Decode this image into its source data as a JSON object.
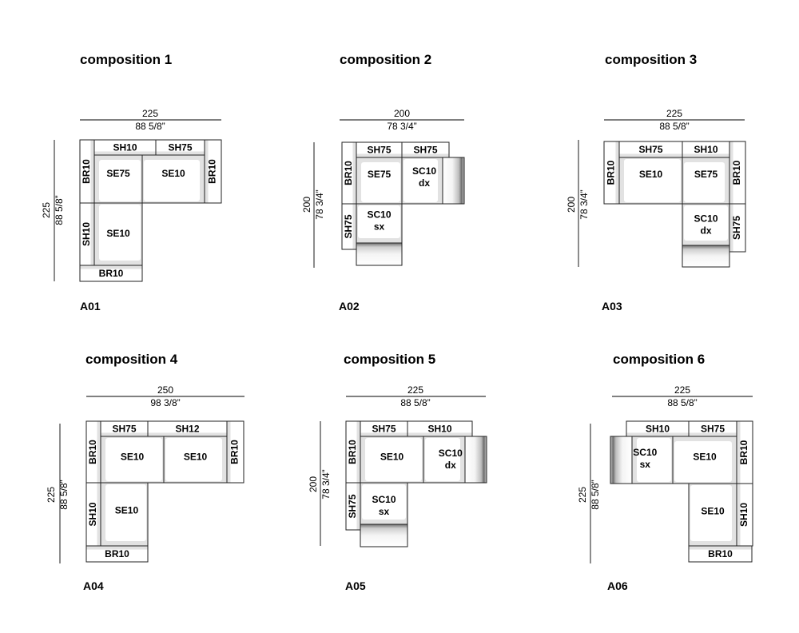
{
  "compositions": [
    {
      "title": "composition 1",
      "code": "A01",
      "width": {
        "cm": "225",
        "in": "88 5/8”"
      },
      "depth": {
        "cm": "225",
        "in": "88 5/8”"
      },
      "modules": [
        "SH10",
        "SH75",
        "BR10",
        "SE75",
        "SE10",
        "BR10",
        "SH10",
        "SE10",
        "BR10"
      ]
    },
    {
      "title": "composition 2",
      "code": "A02",
      "width": {
        "cm": "200",
        "in": "78 3/4”"
      },
      "depth": {
        "cm": "200",
        "in": "78 3/4”"
      },
      "modules": [
        "SH75",
        "SH75",
        "BR10",
        "SE75",
        "SC10 dx",
        "SH75",
        "SC10 sx"
      ]
    },
    {
      "title": "composition 3",
      "code": "A03",
      "width": {
        "cm": "225",
        "in": "88 5/8”"
      },
      "depth": {
        "cm": "200",
        "in": "78 3/4”"
      },
      "modules": [
        "SH75",
        "SH10",
        "BR10",
        "SE10",
        "SE75",
        "BR10",
        "SC10 dx",
        "SH75"
      ]
    },
    {
      "title": "composition 4",
      "code": "A04",
      "width": {
        "cm": "250",
        "in": "98 3/8”"
      },
      "depth": {
        "cm": "225",
        "in": "88 5/8”"
      },
      "modules": [
        "SH75",
        "SH12",
        "BR10",
        "SE10",
        "SE10",
        "BR10",
        "SH10",
        "SE10",
        "BR10"
      ]
    },
    {
      "title": "composition 5",
      "code": "A05",
      "width": {
        "cm": "225",
        "in": "88 5/8”"
      },
      "depth": {
        "cm": "200",
        "in": "78 3/4”"
      },
      "modules": [
        "SH75",
        "SH10",
        "BR10",
        "SE10",
        "SC10 dx",
        "SH75",
        "SC10 sx"
      ]
    },
    {
      "title": "composition 6",
      "code": "A06",
      "width": {
        "cm": "225",
        "in": "88 5/8”"
      },
      "depth": {
        "cm": "225",
        "in": "88 5/8”"
      },
      "modules": [
        "SH10",
        "SH75",
        "SC10 sx",
        "SE10",
        "BR10",
        "SE10",
        "SH10",
        "BR10"
      ]
    }
  ]
}
